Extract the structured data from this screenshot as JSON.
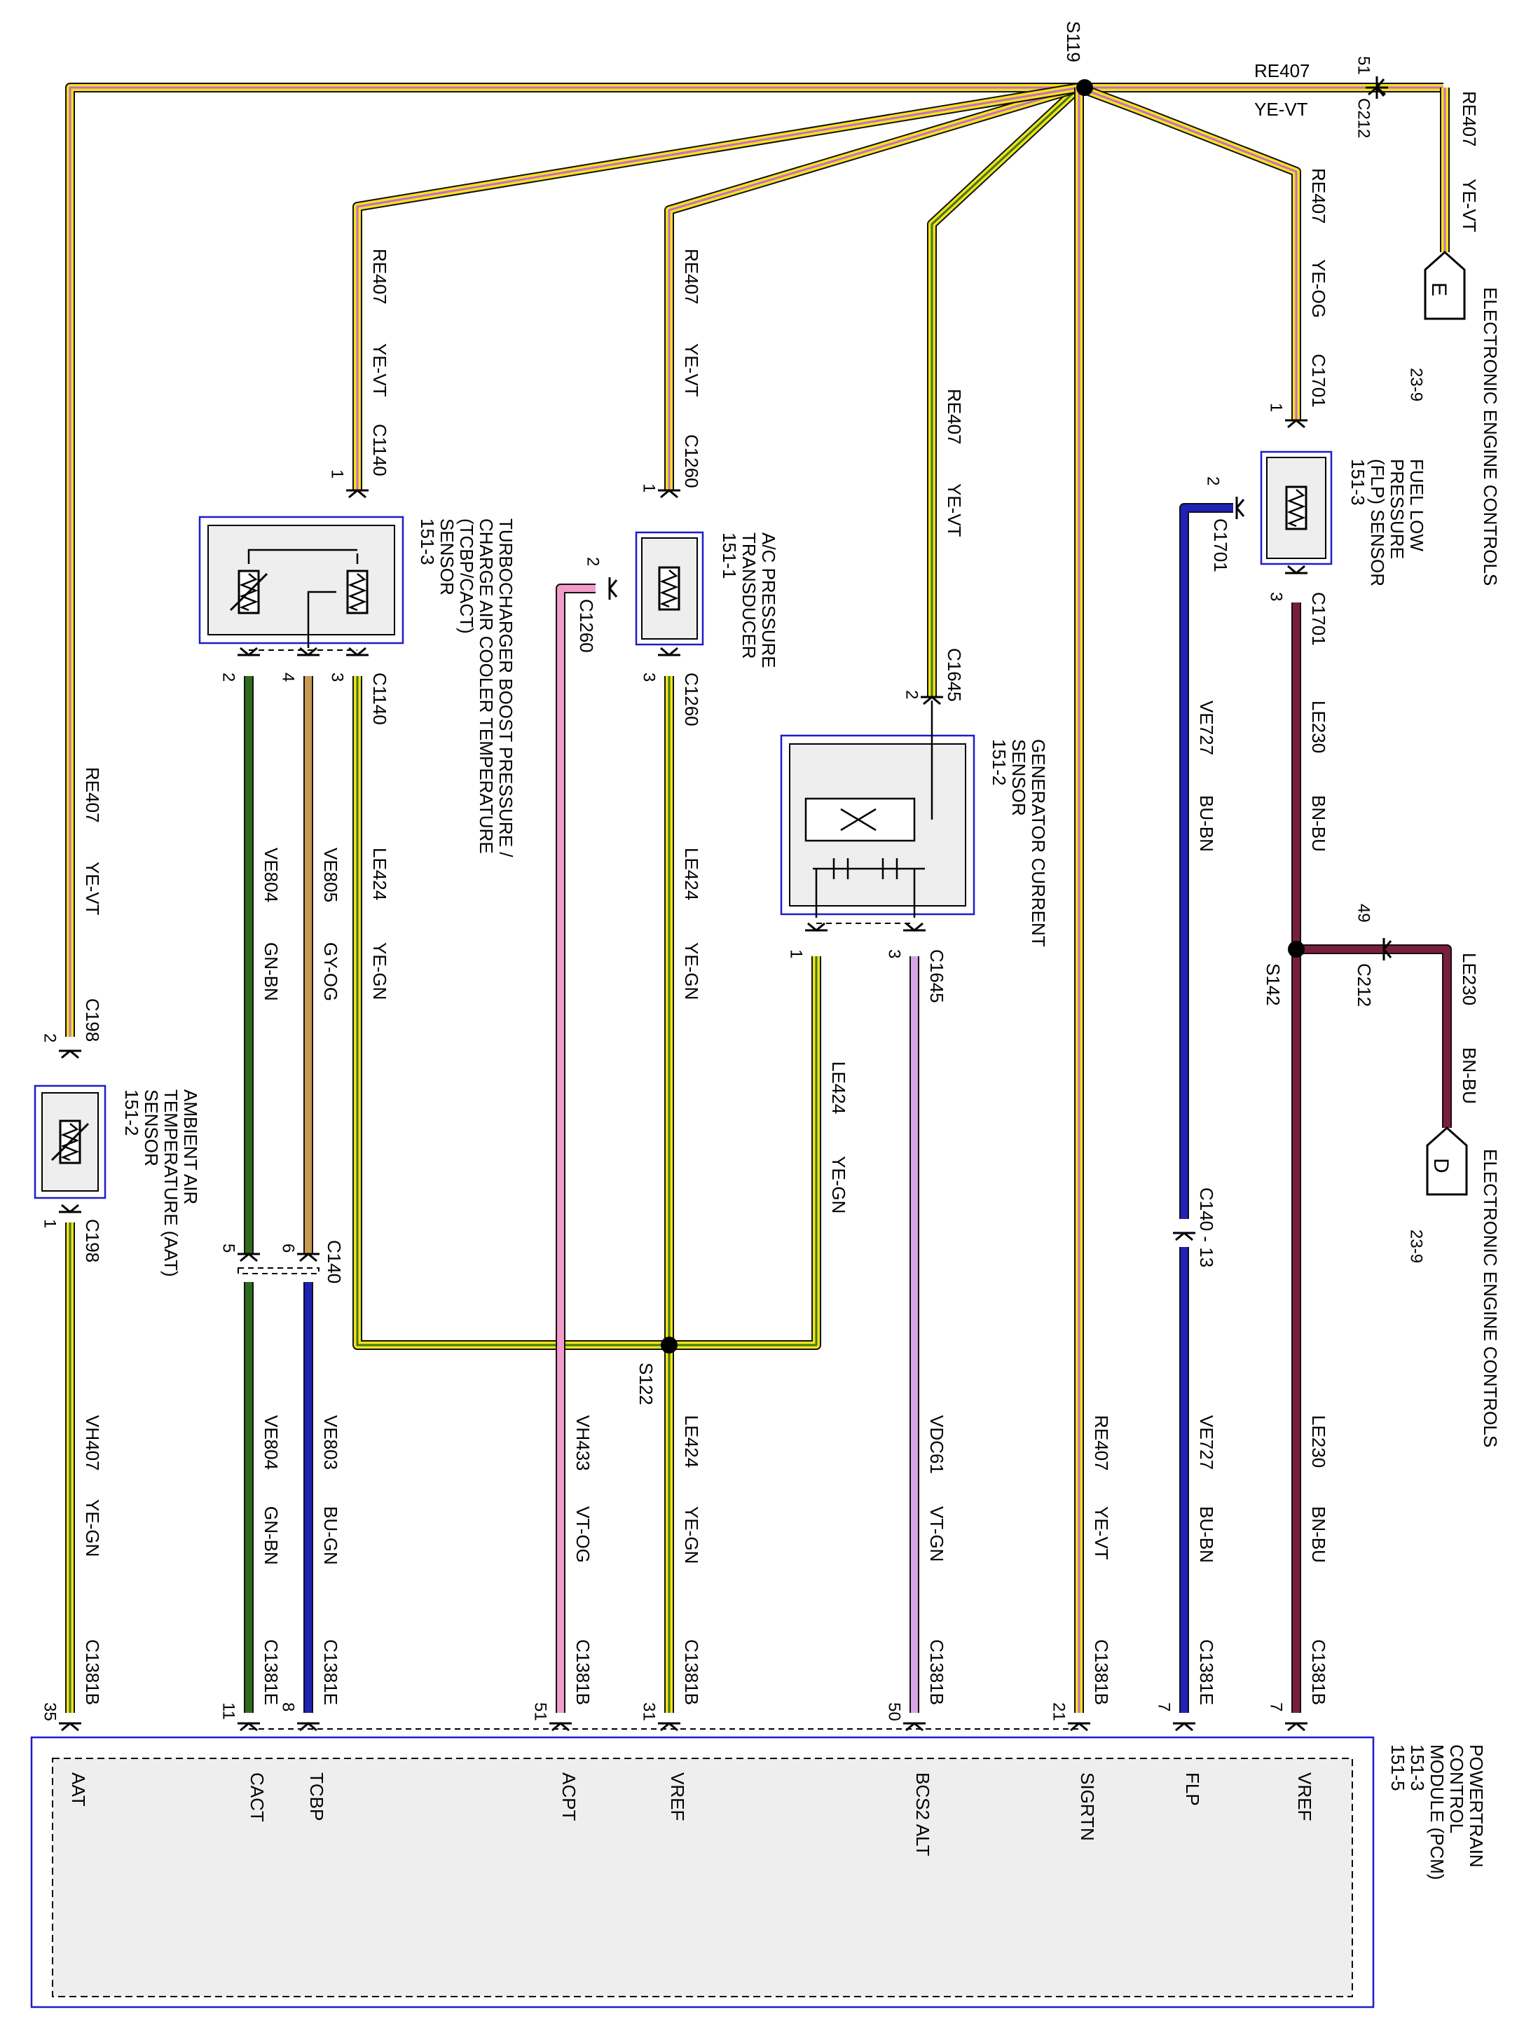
{
  "splices": {
    "s119": "S119",
    "s122": "S122",
    "s142": "S142"
  },
  "wires": {
    "top_right": {
      "circuit": "RE407",
      "color": "YE-VT",
      "connector": "C212",
      "pin": "51"
    },
    "ece_e_feed": {
      "circuit": "RE407",
      "color": "YE-VT"
    },
    "flp_feed": {
      "circuit": "RE407",
      "color": "YE-OG",
      "connector": "C1701",
      "pin": "1"
    },
    "gcs_feed": {
      "circuit": "RE407",
      "color": "YE-VT",
      "connector": "C1645",
      "pin": "2"
    },
    "acp_feed": {
      "circuit": "RE407",
      "color": "YE-VT",
      "connector": "C1260",
      "pin": "1"
    },
    "tcbp_feed": {
      "circuit": "RE407",
      "color": "YE-VT",
      "connector": "C1140",
      "pin": "1"
    },
    "aat_feed": {
      "circuit": "RE407",
      "color": "YE-VT",
      "connector": "C198",
      "pin": "2"
    },
    "aat_sig": {
      "circuit": "VH407",
      "color": "YE-GN",
      "connector": "C198",
      "pin": "1"
    },
    "cact_up": {
      "circuit": "VE804",
      "color": "GN-BN",
      "pin": "2"
    },
    "cact_low": {
      "circuit": "VE804",
      "color": "GN-BN"
    },
    "tcbp_up": {
      "circuit": "VE805",
      "color": "GY-OG",
      "pin": "4"
    },
    "tcbp_low": {
      "circuit": "VE803",
      "color": "BU-GN"
    },
    "c140": {
      "connector": "C140",
      "pin_cact": "5",
      "pin_tcbp": "6"
    },
    "tcbp_gnd": {
      "circuit": "LE424",
      "color": "YE-GN",
      "connector": "C1140",
      "pin": "3"
    },
    "acp_sig": {
      "circuit": "VH433",
      "color": "VT-OG",
      "connector": "C1260",
      "pin": "2"
    },
    "acp_gnd": {
      "circuit": "LE424",
      "color": "YE-GN",
      "connector": "C1260",
      "pin": "3"
    },
    "vref_low": {
      "circuit": "LE424",
      "color": "YE-GN"
    },
    "gcs_gnd": {
      "circuit": "LE424",
      "color": "YE-GN",
      "pin": "1"
    },
    "gcs_sig": {
      "circuit": "VDC61",
      "color": "VT-GN",
      "connector": "C1645",
      "pin": "3"
    },
    "sigrtn": {
      "circuit": "RE407",
      "color": "YE-VT"
    },
    "flp_up": {
      "circuit": "VE727",
      "color": "BU-BN",
      "connector": "C1701",
      "pin": "2"
    },
    "flp_c140": {
      "label": "C140 - 13"
    },
    "flp_low": {
      "circuit": "VE727",
      "color": "BU-BN"
    },
    "vref_right_up": {
      "circuit": "LE230",
      "color": "BN-BU",
      "connector": "C1701",
      "pin": "3"
    },
    "vref_right_low": {
      "circuit": "LE230",
      "color": "BN-BU"
    },
    "ece_d": {
      "circuit": "LE230",
      "color": "BN-BU",
      "connector": "C212",
      "pin": "49"
    }
  },
  "components": {
    "aat": {
      "lines": [
        "AMBIENT AIR",
        "TEMPERATURE (AAT)",
        "SENSOR",
        "151-2"
      ]
    },
    "tcbp": {
      "lines": [
        "TURBOCHARGER BOOST PRESSURE /",
        "CHARGE AIR COOLER TEMPERATURE",
        "(TCBP/CACT)",
        "SENSOR",
        "151-3"
      ]
    },
    "acp": {
      "lines": [
        "A/C PRESSURE",
        "TRANSDUCER",
        "151-1"
      ]
    },
    "gcs": {
      "lines": [
        "GENERATOR CURRENT",
        "SENSOR",
        "151-2"
      ]
    },
    "flp": {
      "lines": [
        "FUEL LOW",
        "PRESSURE",
        "(FLP) SENSOR",
        "151-3"
      ]
    },
    "pcm": {
      "lines": [
        "POWERTRAIN",
        "CONTROL",
        "MODULE (PCM)",
        "151-3",
        "151-5"
      ]
    }
  },
  "ece": {
    "e": {
      "letter": "E",
      "title": "ELECTRONIC ENGINE CONTROLS",
      "page": "23-9"
    },
    "d": {
      "letter": "D",
      "title": "ELECTRONIC ENGINE CONTROLS",
      "page": "23-9"
    }
  },
  "pcm_pins": [
    {
      "id": "aat",
      "pin": "35",
      "connector": "C1381B",
      "label": "AAT"
    },
    {
      "id": "cact",
      "pin": "11",
      "connector": "C1381E",
      "label": "CACT"
    },
    {
      "id": "tcbp",
      "pin": "8",
      "connector": "C1381E",
      "label": "TCBP"
    },
    {
      "id": "acpt",
      "pin": "51",
      "connector": "C1381B",
      "label": "ACPT"
    },
    {
      "id": "vref",
      "pin": "31",
      "connector": "C1381B",
      "label": "VREF"
    },
    {
      "id": "bcs2",
      "pin": "50",
      "connector": "C1381B",
      "label": "BCS2 ALT"
    },
    {
      "id": "sigrtn",
      "pin": "21",
      "connector": "C1381B",
      "label": "SIGRTN"
    },
    {
      "id": "flp",
      "pin": "7",
      "connector": "C1381E",
      "label": "FLP"
    },
    {
      "id": "vref2",
      "pin": "7",
      "connector": "C1381B",
      "label": "VREF"
    }
  ],
  "colors": {
    "yellow": "#f4e21a",
    "violet_stripe": "#c86bd2",
    "green_stripe": "#3a7a1a",
    "blue": "#1e22b8",
    "brown_blue": "#7a1e3c",
    "pink": "#f29ccc",
    "light_violet": "#d9a4e6",
    "tan": "#c99a52",
    "dark_green": "#2e6b1e",
    "module_stroke": "#1c1ccc"
  }
}
